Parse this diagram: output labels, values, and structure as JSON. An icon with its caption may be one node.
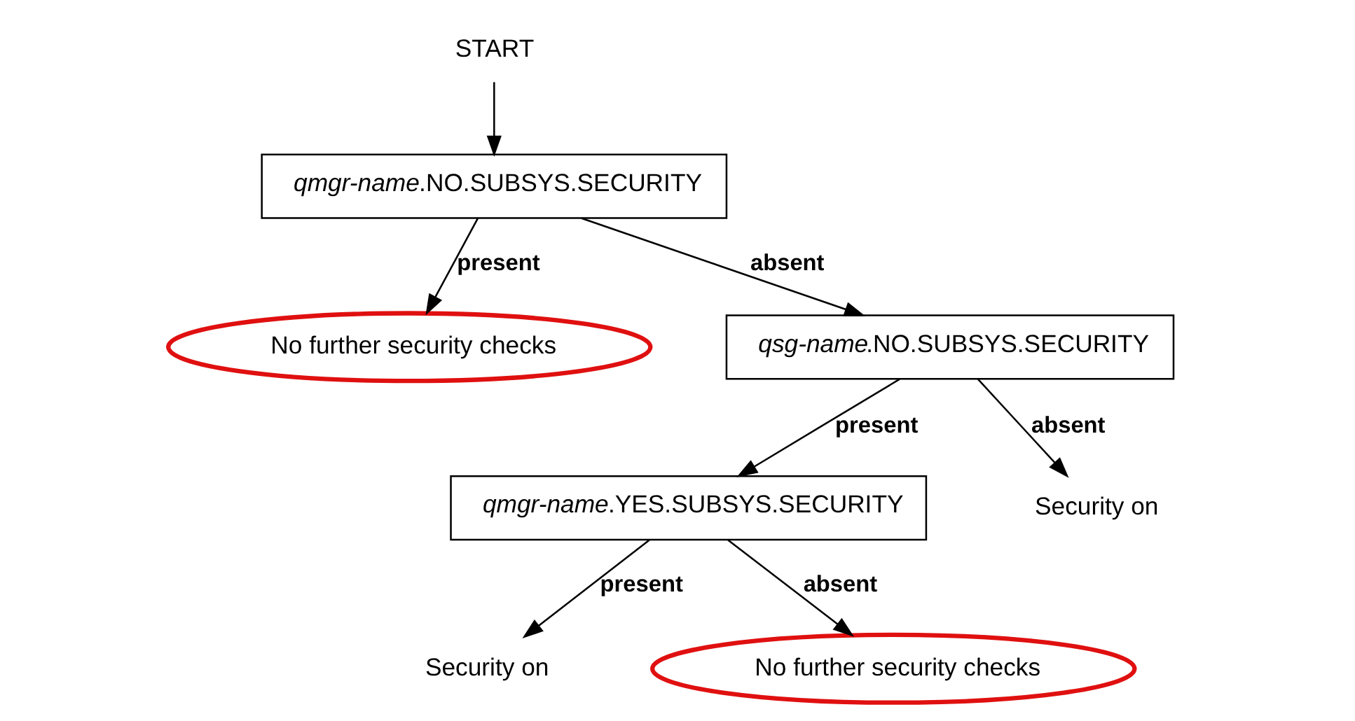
{
  "diagram": {
    "nodes": [
      {
        "text": [
          "START"
        ]
      },
      {
        "text": [
          "*qmgr-name*.NO.SUBSYS.SECURITY"
        ]
      },
      {
        "text": [
          "No further security checks"
        ]
      },
      {
        "text": [
          "*qsg-name*.NO.SUBSYS.SECURITY"
        ]
      },
      {
        "text": [
          "*qmgr-name*.YES.SUBSYS.SECURITY"
        ]
      },
      {
        "text": [
          "Security on"
        ]
      },
      {
        "text": [
          "Security on"
        ]
      },
      {
        "text": [
          "No further security checks"
        ]
      }
    ],
    "edges": [
      {
        "from": 0,
        "to": 1,
        "arrow": "to"
      },
      {
        "from": 1,
        "to": 2,
        "arrow": "to",
        "label": "present"
      },
      {
        "from": 1,
        "to": 3,
        "arrow": "to",
        "label": "absent"
      },
      {
        "from": 3,
        "to": 4,
        "arrow": "to",
        "label": "present"
      },
      {
        "from": 3,
        "to": 5,
        "arrow": "to",
        "label": "absent"
      },
      {
        "from": 4,
        "to": 6,
        "arrow": "to",
        "label": "present"
      },
      {
        "from": 4,
        "to": 7,
        "arrow": "to",
        "label": "absent"
      }
    ]
  }
}
